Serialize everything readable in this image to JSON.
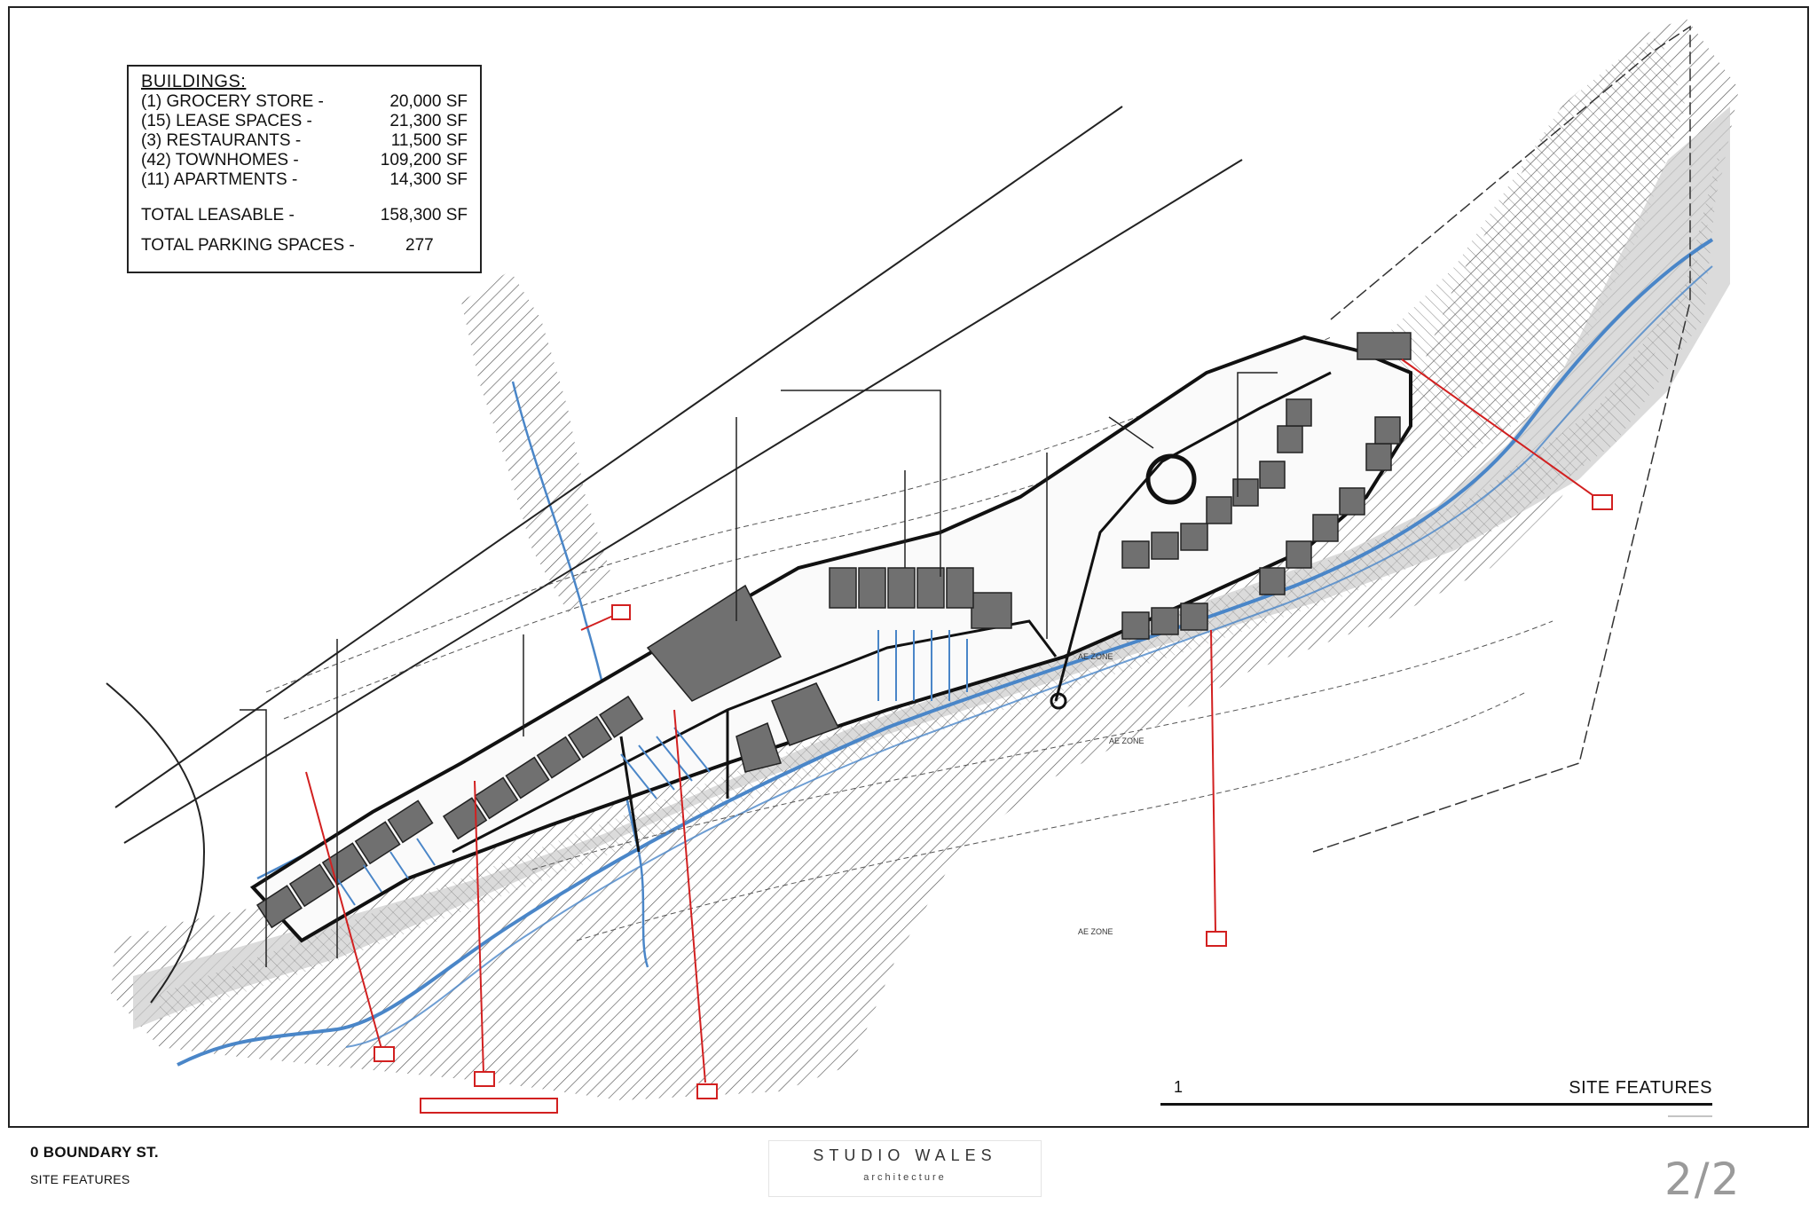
{
  "legend": {
    "title": "BUILDINGS:",
    "rows": [
      {
        "label": "(1) GROCERY STORE -",
        "value": "20,000 SF"
      },
      {
        "label": "(15) LEASE SPACES -",
        "value": "21,300 SF"
      },
      {
        "label": "(3) RESTAURANTS -",
        "value": "11,500 SF"
      },
      {
        "label": "(42) TOWNHOMES -",
        "value": "109,200 SF"
      },
      {
        "label": "(11) APARTMENTS -",
        "value": "14,300 SF"
      }
    ],
    "total_leasable_label": "TOTAL LEASABLE -",
    "total_leasable_value": "158,300 SF",
    "total_parking_label": "TOTAL PARKING SPACES -",
    "total_parking_value": "277"
  },
  "drawing": {
    "number": "1",
    "title": "SITE FEATURES",
    "zone_label_1": "AE ZONE",
    "zone_label_2": "AE ZONE",
    "zone_label_3": "AE ZONE"
  },
  "footer": {
    "project": "0 BOUNDARY ST.",
    "sheet_title": "SITE FEATURES",
    "firm": "STUDIO WALES",
    "firm_sub": "architecture",
    "page": "2/2"
  },
  "colors": {
    "line": "#1a1a1a",
    "hatch": "#3a3a3a",
    "floodplain": "#cfcfcf",
    "building": "#707070",
    "creek": "#4a86c8",
    "callout": "#d22020"
  }
}
